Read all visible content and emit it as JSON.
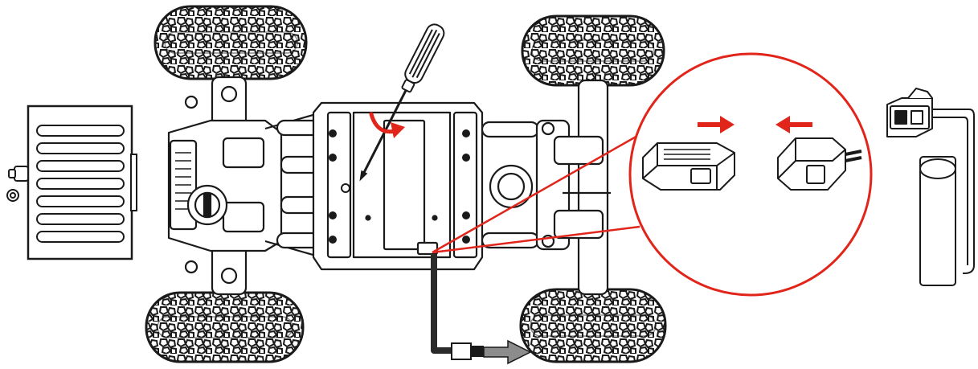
{
  "diagram": {
    "kind": "instruction-illustration",
    "subject": "rc-crawler-battery-connection",
    "parts": [
      {
        "name": "battery-cover",
        "icon": "battery-cover-plate"
      },
      {
        "name": "rc-car-chassis",
        "icon": "crawler-chassis-top-view"
      },
      {
        "name": "screwdriver",
        "icon": "phillips-screwdriver"
      },
      {
        "name": "rotation-arrow",
        "icon": "curved-arrow-icon"
      },
      {
        "name": "connector-zoom",
        "icon": "magnifier-circle"
      },
      {
        "name": "battery-pack",
        "icon": "cylinder-battery"
      },
      {
        "name": "plug-out-arrow",
        "icon": "arrow-right-icon"
      }
    ],
    "colors": {
      "line": "#1a1a1a",
      "accent": "#e1251b",
      "gray": "#8c8c8c",
      "dark": "#2b2b2b",
      "background": "#ffffff"
    }
  }
}
